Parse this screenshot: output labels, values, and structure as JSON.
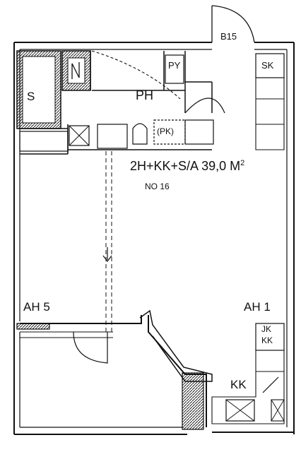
{
  "labels": {
    "storage_b15": "B15",
    "sauna": "S",
    "toilet_cabinet": "PY",
    "cabinet_sk": "SK",
    "bathroom": "PH",
    "laundry": "(PK)",
    "unit_size": "2H+KK+S/A 39,0 M",
    "unit_size_exp": "2",
    "unit_number": "NO 16",
    "room_ah5": "AH 5",
    "room_ah1": "AH 1",
    "cabinet_jk": "JK",
    "cabinet_kk": "KK",
    "kitchen": "KK"
  },
  "colors": {
    "ink": "#111111",
    "paper": "#ffffff"
  }
}
